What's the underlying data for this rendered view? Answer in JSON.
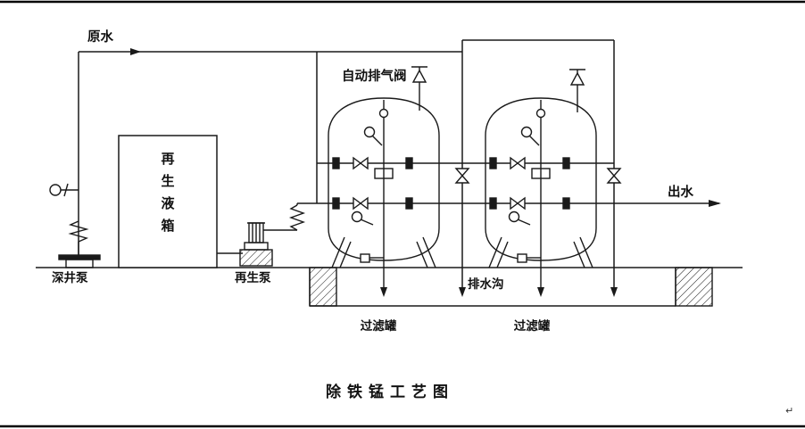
{
  "colors": {
    "ink": "#1a1a1a",
    "background": "#ffffff"
  },
  "title": "除铁锰工艺图",
  "labels": {
    "raw_water": "原水",
    "auto_exhaust_valve": "自动排气阀",
    "deep_well_pump": "深井泵",
    "regen_pump": "再生泵",
    "outlet_water": "出水",
    "drain_channel": "排水沟",
    "filter_tank_left": "过滤罐",
    "filter_tank_right": "过滤罐",
    "return_mark": "↵"
  },
  "regen_tank": {
    "chars": [
      "再",
      "生",
      "液",
      "箱"
    ]
  }
}
